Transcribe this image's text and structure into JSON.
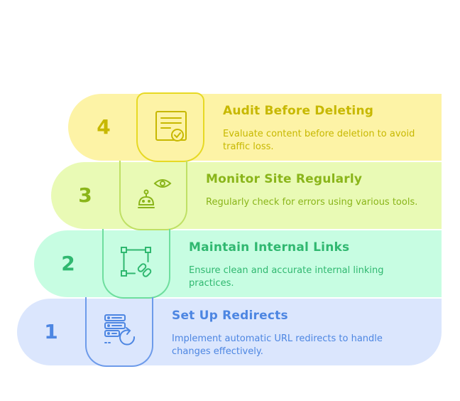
{
  "steps": [
    {
      "number": "4",
      "title": "Audit Before Deleting",
      "description": "Evaluate content before deletion to avoid traffic loss.",
      "icon": "checklist-document-icon",
      "bg": "#fdf3a6",
      "accent": "#c7b800",
      "line": "#e7d924"
    },
    {
      "number": "3",
      "title": "Monitor Site Regularly",
      "description": "Regularly check for errors using various tools.",
      "icon": "robot-eye-icon",
      "bg": "#e9fab5",
      "accent": "#8ab51a",
      "line": "#bfe065"
    },
    {
      "number": "2",
      "title": "Maintain Internal Links",
      "description": "Ensure clean and accurate internal linking practices.",
      "icon": "link-nodes-icon",
      "bg": "#c7fde2",
      "accent": "#30b870",
      "line": "#6ede9e"
    },
    {
      "number": "1",
      "title": "Set Up Redirects",
      "description": "Implement automatic URL redirects to handle changes effectively.",
      "icon": "server-redirect-icon",
      "bg": "#dbe6fd",
      "accent": "#4d86e2",
      "line": "#6d9bea"
    }
  ]
}
